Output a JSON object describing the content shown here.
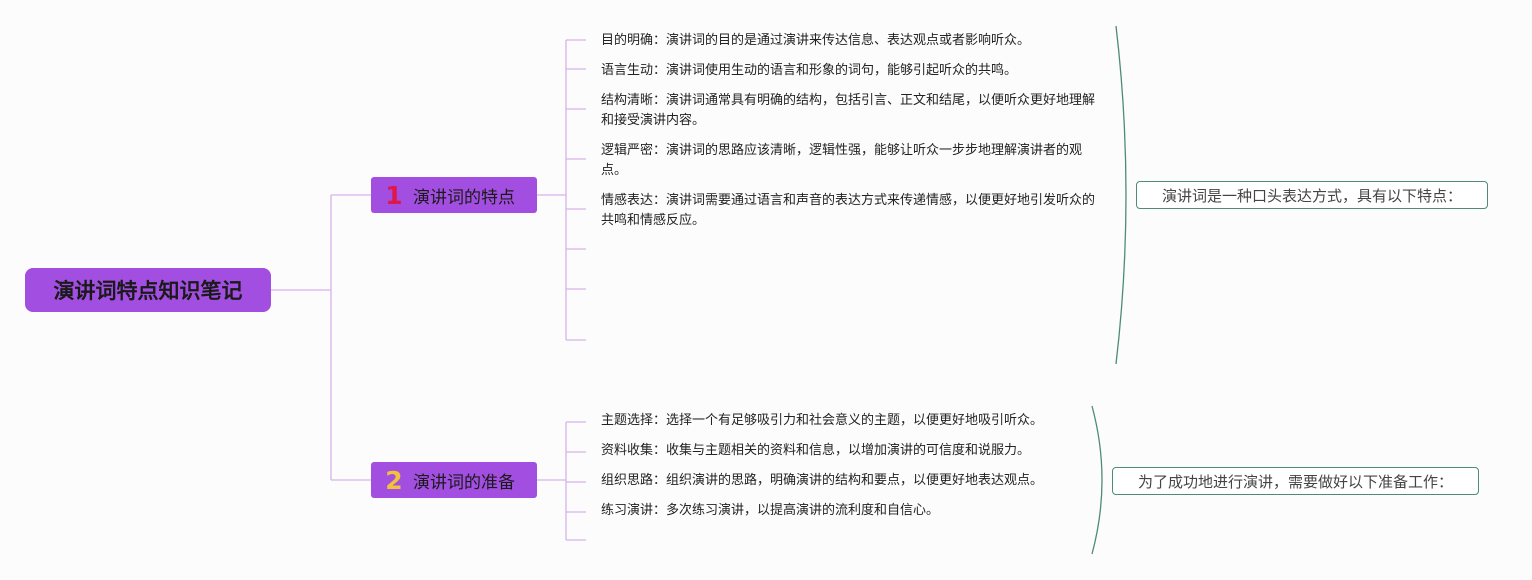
{
  "root": {
    "title": "演讲词特点知识笔记"
  },
  "branches": [
    {
      "num": "1",
      "label": "演讲词的特点",
      "summary": "演讲词是一种口头表达方式，具有以下特点：",
      "items": [
        "目的明确：演讲词的目的是通过演讲来传达信息、表达观点或者影响听众。",
        "语言生动：演讲词使用生动的语言和形象的词句，能够引起听众的共鸣。",
        "结构清晰：演讲词通常具有明确的结构，包括引言、正文和结尾，以便听众更好地理解和接受演讲内容。",
        "逻辑严密：演讲词的思路应该清晰，逻辑性强，能够让听众一步步地理解演讲者的观点。",
        "情感表达：演讲词需要通过语言和声音的表达方式来传递情感，以便更好地引发听众的共鸣和情感反应。"
      ]
    },
    {
      "num": "2",
      "label": "演讲词的准备",
      "summary": "为了成功地进行演讲，需要做好以下准备工作：",
      "items": [
        "主题选择：选择一个有足够吸引力和社会意义的主题，以便更好地吸引听众。",
        "资料收集：收集与主题相关的资料和信息，以增加演讲的可信度和说服力。",
        "组织思路：组织演讲的思路，明确演讲的结构和要点，以便更好地表达观点。",
        "练习演讲：多次练习演讲，以提高演讲的流利度和自信心。"
      ]
    }
  ],
  "colors": {
    "node": "#a24ee0",
    "connector": "#d6b3ea",
    "summary_border": "#4e8a7c",
    "num1": "#e0174a",
    "num2": "#f2c23a"
  }
}
